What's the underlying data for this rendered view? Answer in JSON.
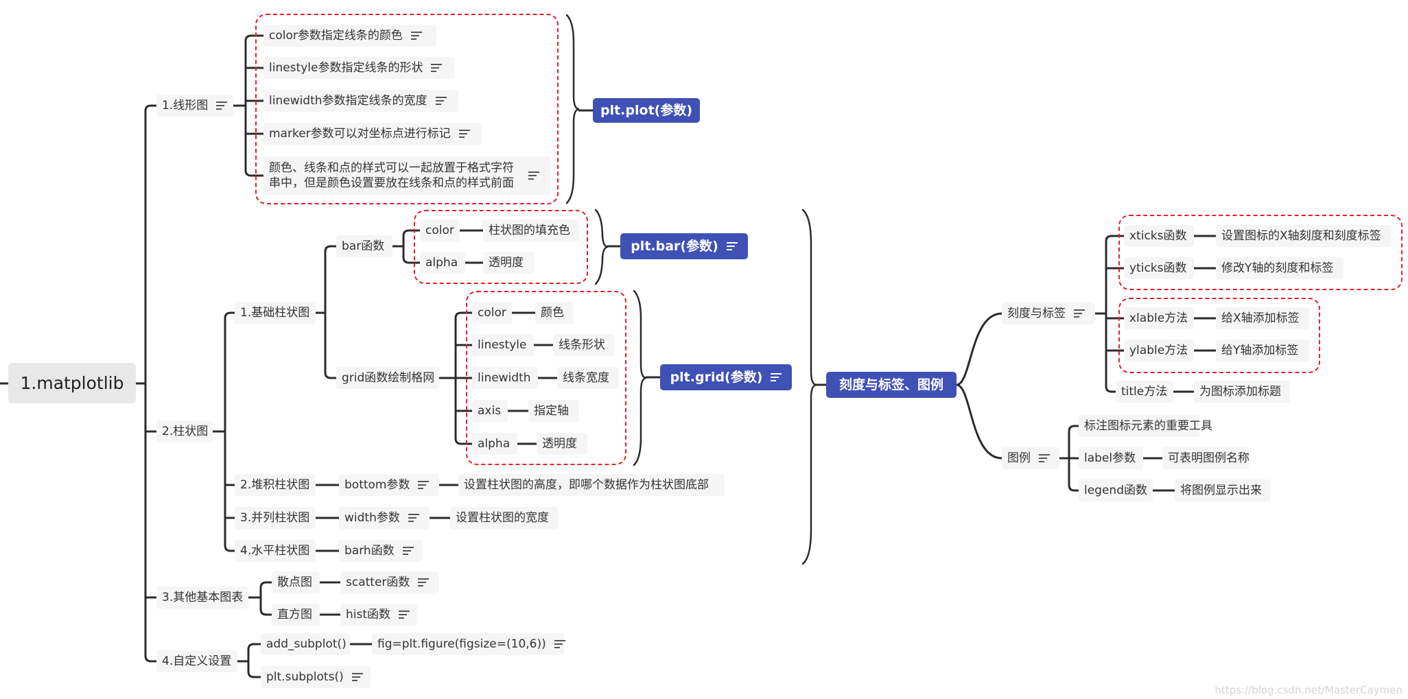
{
  "root": "1.matplotlib",
  "watermark": "https://blog.csdn.net/MasterCaymen",
  "colors": {
    "summary_bg": "#3f51b5",
    "dash": "#e0202a",
    "line": "#2b2b2b",
    "node_bg": "#f5f5f5"
  },
  "nodes": {
    "line_chart": "1.线形图",
    "lc_color": "color参数指定线条的颜色",
    "lc_linestyle": "linestyle参数指定线条的形状",
    "lc_linewidth": "linewidth参数指定线条的宽度",
    "lc_marker": "marker参数可以对坐标点进行标记",
    "lc_format": "颜色、线条和点的样式可以一起放置于格式字符串中，但是颜色设置要放在线条和点的样式前面",
    "plt_plot": "plt.plot(参数)",
    "bar_chart": "2.柱状图",
    "basic_bar": "1.基础柱状图",
    "bar_func": "bar函数",
    "bar_color": "color",
    "bar_color_desc": "柱状图的填充色",
    "bar_alpha": "alpha",
    "bar_alpha_desc": "透明度",
    "plt_bar": "plt.bar(参数)",
    "grid_func": "grid函数绘制格网",
    "grid_color": "color",
    "grid_color_desc": "颜色",
    "grid_linestyle": "linestyle",
    "grid_linestyle_desc": "线条形状",
    "grid_linewidth": "linewidth",
    "grid_linewidth_desc": "线条宽度",
    "grid_axis": "axis",
    "grid_axis_desc": "指定轴",
    "grid_alpha": "alpha",
    "grid_alpha_desc": "透明度",
    "plt_grid": "plt.grid(参数)",
    "stacked_bar": "2.堆积柱状图",
    "bottom_param": "bottom参数",
    "bottom_desc": "设置柱状图的高度，即哪个数据作为柱状图底部",
    "parallel_bar": "3.并列柱状图",
    "width_param": "width参数",
    "width_desc": "设置柱状图的宽度",
    "horizontal_bar": "4.水平柱状图",
    "barh_func": "barh函数",
    "other_charts": "3.其他基本图表",
    "scatter": "散点图",
    "scatter_func": "scatter函数",
    "histogram": "直方图",
    "hist_func": "hist函数",
    "custom": "4.自定义设置",
    "add_subplot": "add_subplot()",
    "figure": "fig=plt.figure(figsize=(10,6))",
    "subplots": "plt.subplots()",
    "ticks_legend": "刻度与标签、图例",
    "ticks_labels": "刻度与标签",
    "xticks": "xticks函数",
    "xticks_desc": "设置图标的X轴刻度和刻度标签",
    "yticks": "yticks函数",
    "yticks_desc": "修改Y轴的刻度和标签",
    "xlable": "xlable方法",
    "xlable_desc": "给X轴添加标签",
    "ylable": "ylable方法",
    "ylable_desc": "给Y轴添加标签",
    "title": "title方法",
    "title_desc": "为图标添加标题",
    "legend": "图例",
    "legend_tool": "标注图标元素的重要工具",
    "label_param": "label参数",
    "label_desc": "可表明图例名称",
    "legend_func": "legend函数",
    "legend_func_desc": "将图例显示出来"
  }
}
